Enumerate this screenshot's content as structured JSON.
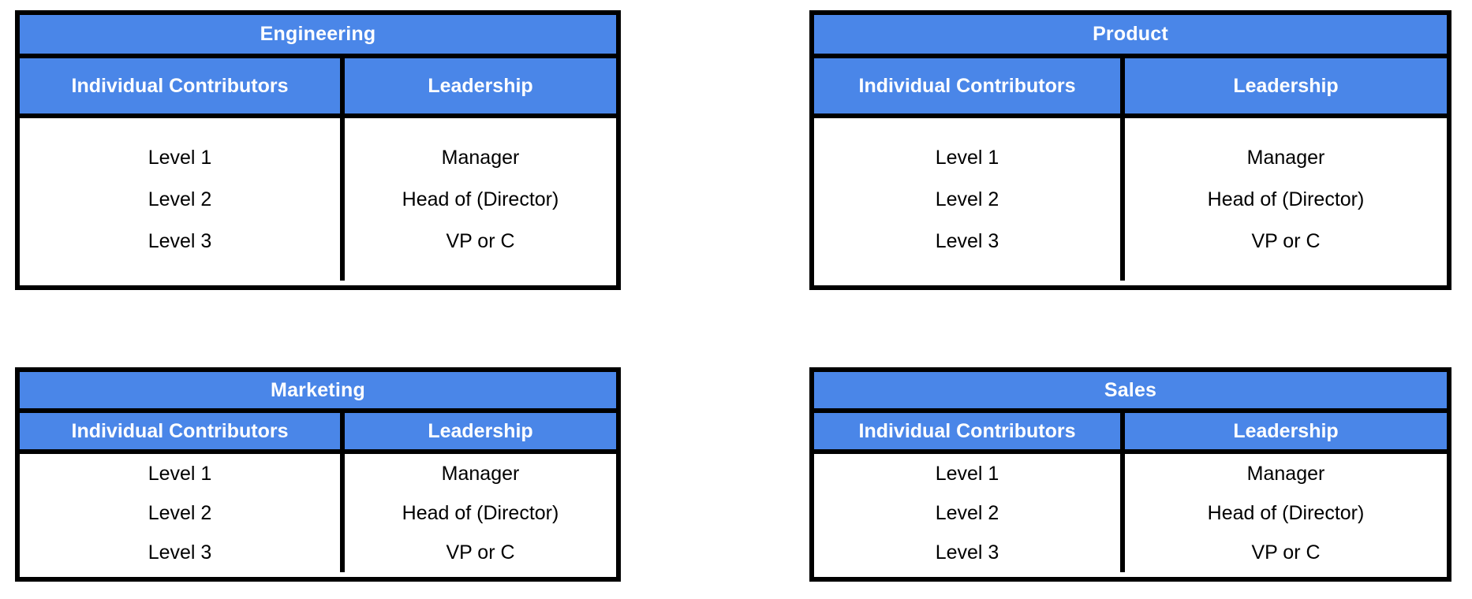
{
  "page": {
    "background": "#ffffff",
    "header_color": "#4a86e8",
    "header_text_color": "#ffffff",
    "border_color": "#000000",
    "body_text_color": "#000000"
  },
  "columns": {
    "individual_contributors": "Individual Contributors",
    "leadership": "Leadership"
  },
  "tables": [
    {
      "id": "engineering",
      "title": "Engineering",
      "headers": [
        "Individual Contributors",
        "Leadership"
      ],
      "individual_contributors": [
        "Level 1",
        "Level 2",
        "Level 3"
      ],
      "leadership": [
        "Manager",
        "Head of (Director)",
        "VP or C"
      ]
    },
    {
      "id": "product",
      "title": "Product",
      "headers": [
        "Individual Contributors",
        "Leadership"
      ],
      "individual_contributors": [
        "Level 1",
        "Level 2",
        "Level 3"
      ],
      "leadership": [
        "Manager",
        "Head of (Director)",
        "VP or C"
      ]
    },
    {
      "id": "marketing",
      "title": "Marketing",
      "headers": [
        "Individual Contributors",
        "Leadership"
      ],
      "individual_contributors": [
        "Level 1",
        "Level 2",
        "Level 3"
      ],
      "leadership": [
        "Manager",
        "Head of (Director)",
        "VP or C"
      ]
    },
    {
      "id": "sales",
      "title": "Sales",
      "headers": [
        "Individual Contributors",
        "Leadership"
      ],
      "individual_contributors": [
        "Level 1",
        "Level 2",
        "Level 3"
      ],
      "leadership": [
        "Manager",
        "Head of (Director)",
        "VP or C"
      ]
    }
  ]
}
